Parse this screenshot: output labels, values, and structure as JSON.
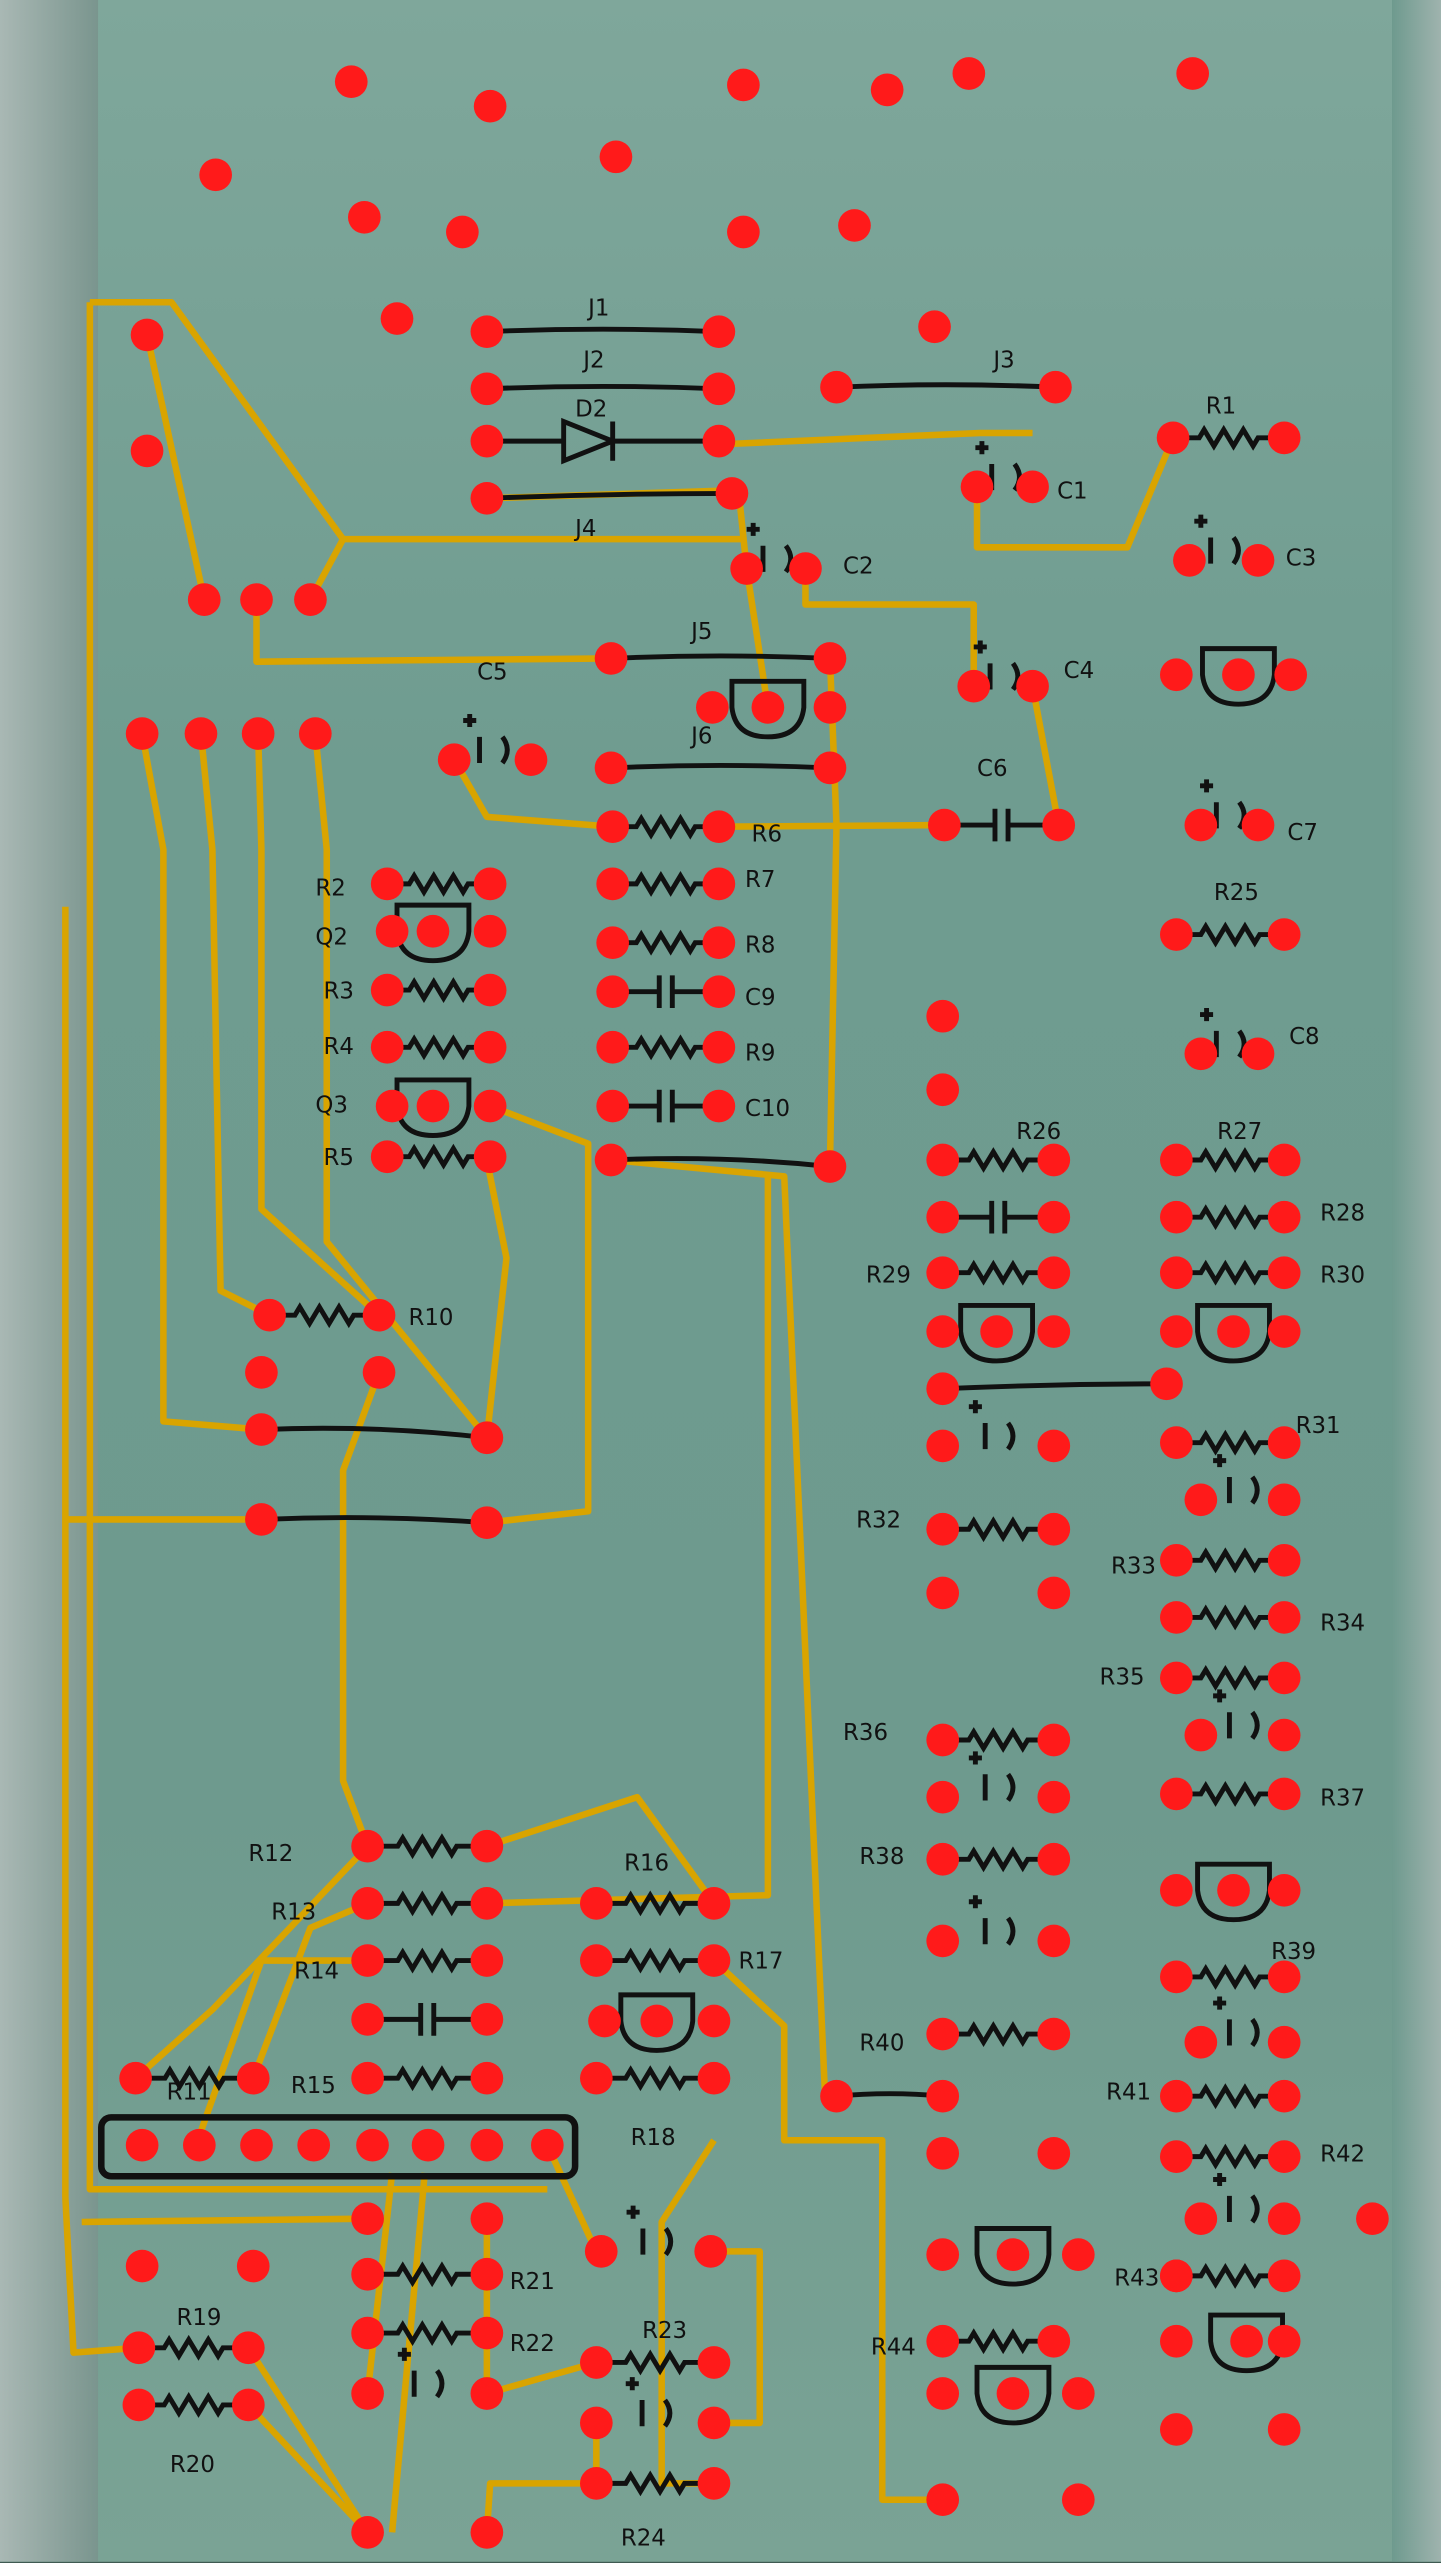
{
  "title": "PCB component layout overlay",
  "colors": {
    "board": "#6f9c90",
    "pad": "#ff1a1a",
    "trace": "#d9a400",
    "ink": "#111111"
  },
  "labels": [
    "J1",
    "J2",
    "D2",
    "J3",
    "J4",
    "R1",
    "C1",
    "C2",
    "C3",
    "J5",
    "C4",
    "C5",
    "J6",
    "C6",
    "C7",
    "R6",
    "R7",
    "R8",
    "C9",
    "R9",
    "C10",
    "R2",
    "Q2",
    "R3",
    "R4",
    "Q3",
    "R5",
    "R25",
    "C8",
    "R26",
    "R27",
    "R28",
    "R29",
    "R30",
    "R10",
    "R31",
    "R32",
    "R33",
    "R34",
    "R35",
    "R36",
    "R37",
    "R38",
    "R12",
    "R16",
    "R13",
    "R14",
    "R17",
    "R39",
    "R40",
    "R11",
    "R15",
    "R41",
    "R18",
    "R42",
    "R21",
    "R43",
    "R22",
    "R19",
    "R23",
    "R44",
    "R20",
    "R24"
  ]
}
